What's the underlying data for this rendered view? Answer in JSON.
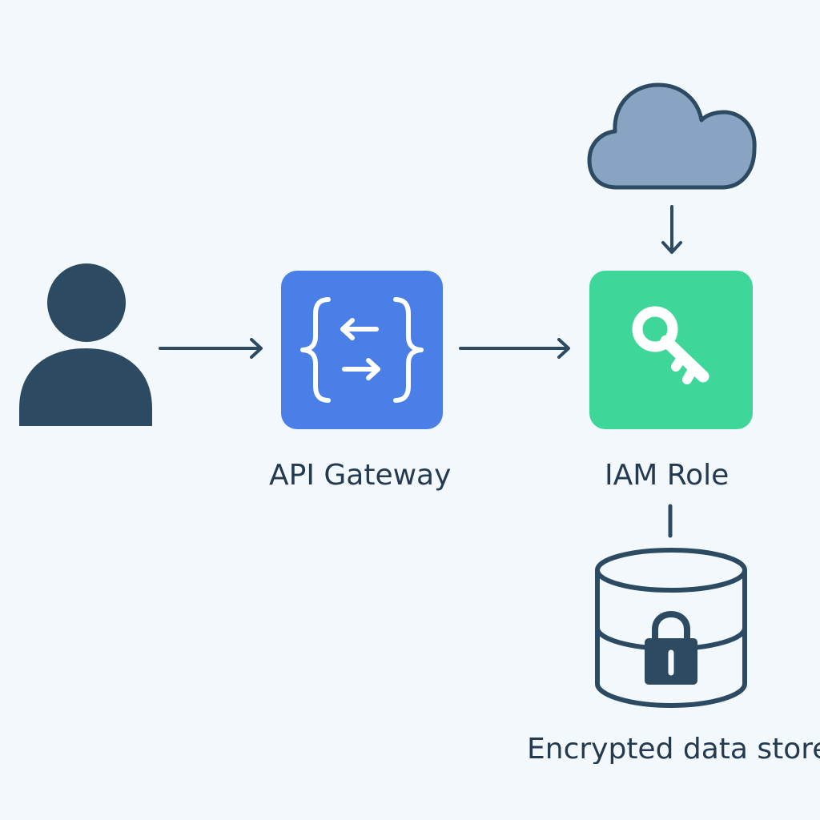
{
  "nodes": {
    "user": {
      "icon": "user-icon"
    },
    "gateway": {
      "label": "API Gateway",
      "icon": "api-braces-arrows-icon"
    },
    "iam": {
      "label": "IAM Role",
      "icon": "key-icon"
    },
    "cloud": {
      "icon": "cloud-icon"
    },
    "store": {
      "label": "Encrypted data store",
      "icon": "database-lock-icon"
    }
  },
  "edges": [
    {
      "from": "user",
      "to": "gateway",
      "style": "arrow"
    },
    {
      "from": "gateway",
      "to": "iam",
      "style": "arrow"
    },
    {
      "from": "cloud",
      "to": "iam",
      "style": "arrow"
    },
    {
      "from": "iam",
      "to": "store",
      "style": "line"
    }
  ],
  "colors": {
    "background": "#f3f8fc",
    "ink": "#2d4a63",
    "gateway_fill": "#4a7fe8",
    "iam_fill": "#3fd69a",
    "cloud_fill": "#89a4c2"
  }
}
